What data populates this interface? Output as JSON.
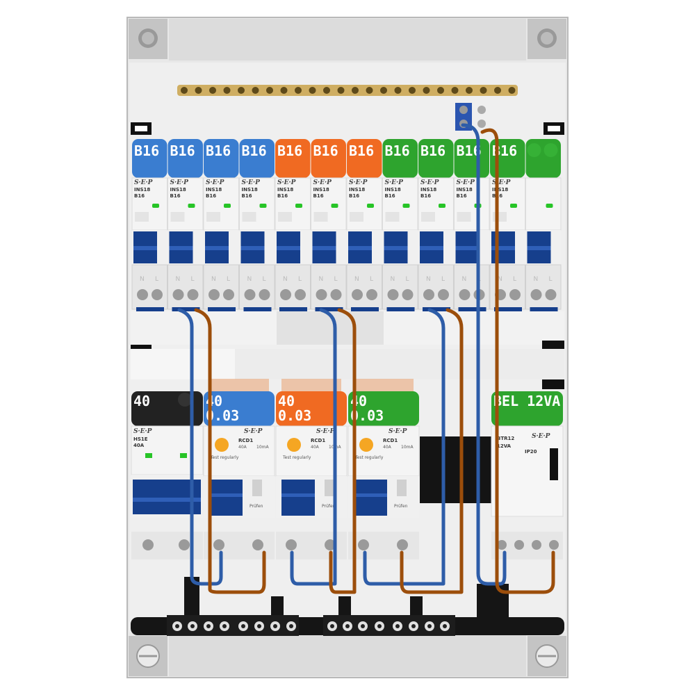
{
  "colors": {
    "blue": "#3a7dd0",
    "orange": "#f06a22",
    "green": "#2ea42e",
    "black": "#222222",
    "navy": "#163f8c",
    "wire_blue": "#2e5da8",
    "wire_brown": "#9c4e0b",
    "busbar": "#cfae62",
    "enclosure": "#d9d9d9"
  },
  "top_row": {
    "breakers": [
      {
        "label": "B16",
        "color": "blue",
        "model": "INS18",
        "rating": "B16"
      },
      {
        "label": "B16",
        "color": "blue",
        "model": "INS18",
        "rating": "B16"
      },
      {
        "label": "B16",
        "color": "blue",
        "model": "INS18",
        "rating": "B16"
      },
      {
        "label": "B16",
        "color": "blue",
        "model": "INS18",
        "rating": "B16"
      },
      {
        "label": "B16",
        "color": "orange",
        "model": "INS18",
        "rating": "B16"
      },
      {
        "label": "B16",
        "color": "orange",
        "model": "INS18",
        "rating": "B16"
      },
      {
        "label": "B16",
        "color": "orange",
        "model": "INS18",
        "rating": "B16"
      },
      {
        "label": "B16",
        "color": "green",
        "model": "INS18",
        "rating": "B16"
      },
      {
        "label": "B16",
        "color": "green",
        "model": "INS18",
        "rating": "B16"
      },
      {
        "label": "B16",
        "color": "green",
        "model": "INS18",
        "rating": "B16"
      },
      {
        "label": "B16",
        "color": "green",
        "model": "INS18",
        "rating": "B16"
      },
      {
        "label": "",
        "color": "green",
        "model": "",
        "rating": ""
      }
    ]
  },
  "bottom_row": {
    "main_switch": {
      "label": "40",
      "model": "HS1E",
      "rating": "40A"
    },
    "rcds": [
      {
        "line1": "40",
        "line2": "0.03",
        "color": "blue",
        "model": "RCD1",
        "rating": "40A",
        "sens": "10mA",
        "test_text": "Test regularly",
        "push_text": "Prüfen"
      },
      {
        "line1": "40",
        "line2": "0.03",
        "color": "orange",
        "model": "RCD1",
        "rating": "40A",
        "sens": "10mA",
        "test_text": "Test regularly",
        "push_text": "Prüfen"
      },
      {
        "line1": "40",
        "line2": "0.03",
        "color": "green",
        "model": "RCD1",
        "rating": "40A",
        "sens": "10mA",
        "test_text": "Test regularly",
        "push_text": "Prüfen"
      }
    ],
    "bell_transformer": {
      "label": "BEL 12VA",
      "model": "BTR12",
      "rating": "12VA",
      "ip": "IP20"
    }
  },
  "brand": "S·E·P",
  "terminal_letters": [
    "N",
    "L"
  ]
}
